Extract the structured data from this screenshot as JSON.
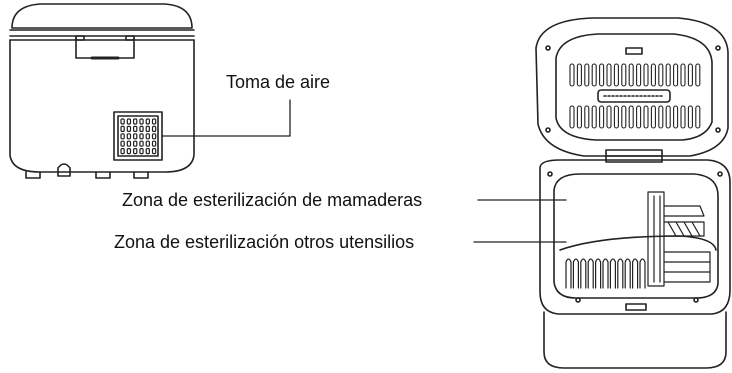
{
  "callouts": {
    "air_intake": "Toma de aire",
    "bottle_zone": "Zona de esterilización de mamaderas",
    "utensils_zone": "Zona de esterilización otros utensilios"
  },
  "colors": {
    "line": "#222222",
    "background": "#ffffff"
  },
  "icons": {
    "left_view": "sterilizer-side-view-illustration",
    "right_view": "sterilizer-open-lid-illustration"
  }
}
